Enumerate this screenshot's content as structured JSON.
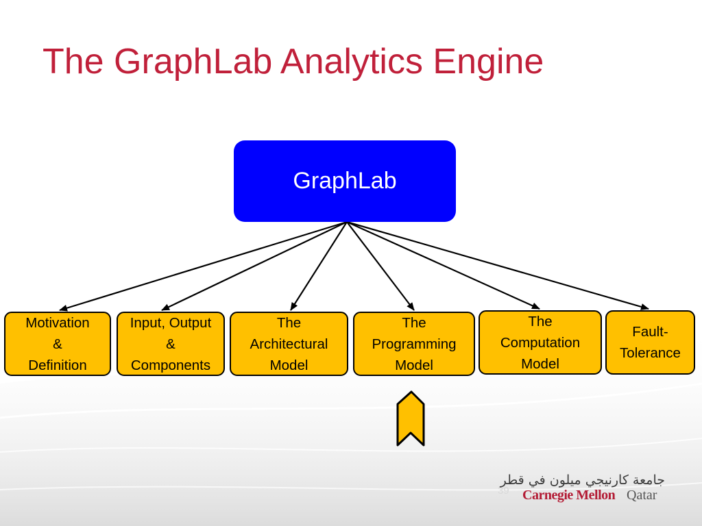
{
  "slide": {
    "title": "The GraphLab Analytics Engine",
    "page_number": "39"
  },
  "diagram": {
    "root": {
      "label": "GraphLab",
      "color": "#0000ff"
    },
    "children": [
      {
        "id": "motivation",
        "lines": [
          "Motivation",
          "&",
          "Definition"
        ]
      },
      {
        "id": "io",
        "lines": [
          "Input, Output",
          "&",
          "Components"
        ]
      },
      {
        "id": "architectural",
        "lines": [
          "The",
          "Architectural",
          "Model"
        ]
      },
      {
        "id": "programming",
        "lines": [
          "The",
          "Programming",
          "Model"
        ]
      },
      {
        "id": "computation",
        "lines": [
          "The",
          "Computation",
          "Model"
        ]
      },
      {
        "id": "fault",
        "lines": [
          "Fault-",
          "Tolerance"
        ]
      }
    ],
    "child_color": "#ffc000",
    "current_section": "programming"
  },
  "colors": {
    "title": "#c0203a",
    "connector": "#000000"
  },
  "logo": {
    "arabic": "جامعة كارنيجي ميلون في قطر",
    "name": "Carnegie Mellon",
    "suffix": "Qatar",
    "color": "#b31b34"
  }
}
